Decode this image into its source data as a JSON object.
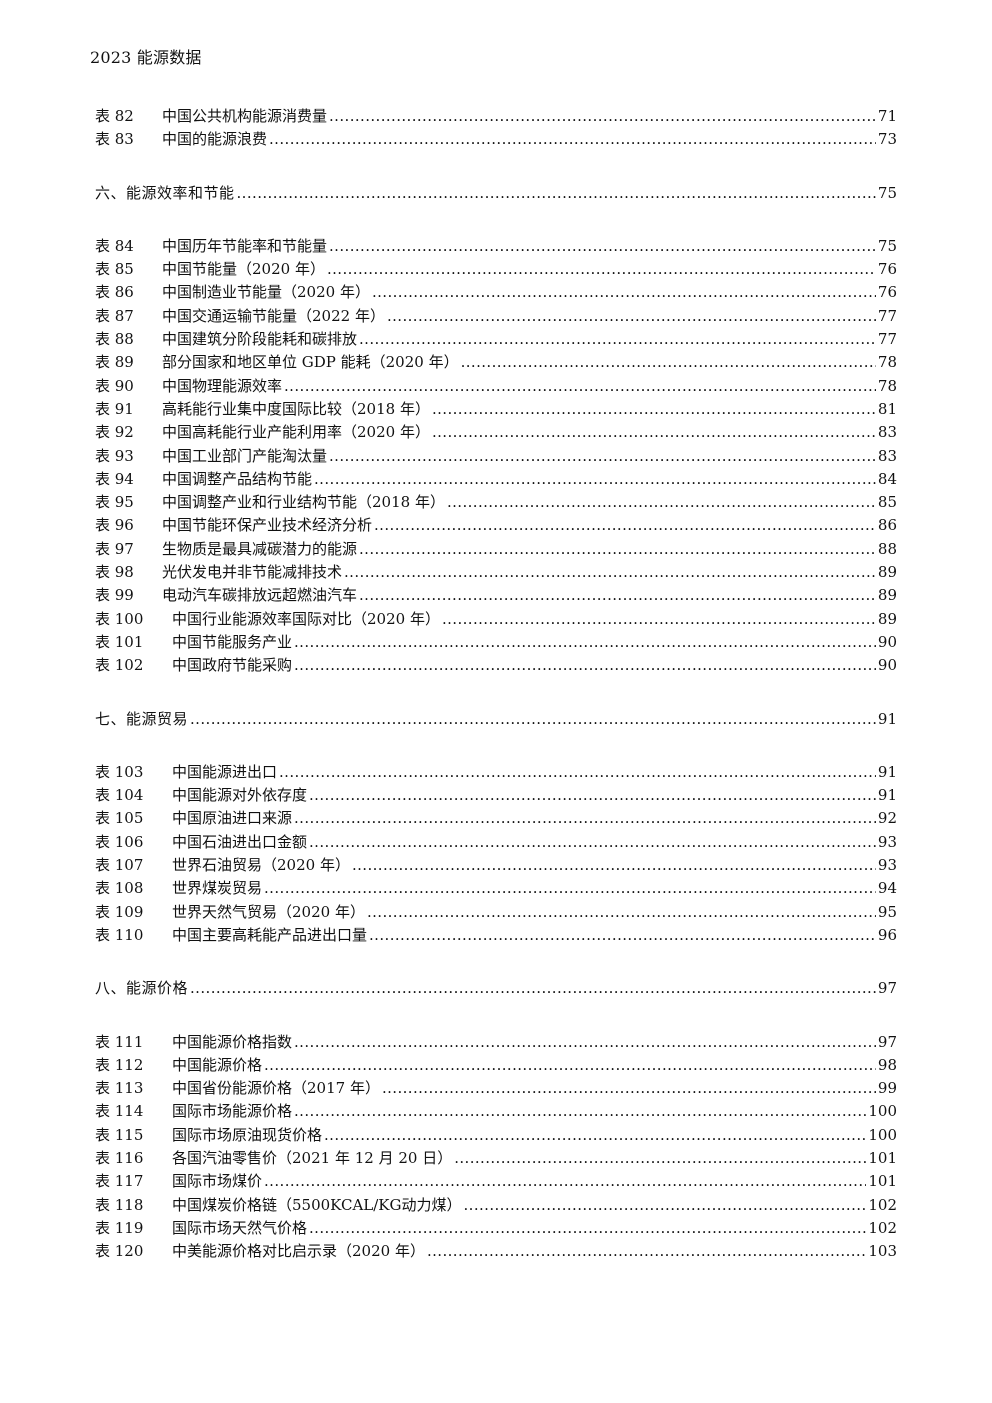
{
  "header": {
    "title": "2023 能源数据"
  },
  "toc": [
    {
      "type": "entry",
      "num": "表 82",
      "title": "中国公共机构能源消费量",
      "page": "71"
    },
    {
      "type": "entry",
      "num": "表 83",
      "title": "中国的能源浪费",
      "page": "73"
    },
    {
      "type": "section",
      "title": "六、能源效率和节能",
      "page": "75"
    },
    {
      "type": "entry",
      "num": "表 84",
      "title": "中国历年节能率和节能量",
      "page": "75"
    },
    {
      "type": "entry",
      "num": "表 85",
      "title": "中国节能量（2020 年）",
      "page": "76"
    },
    {
      "type": "entry",
      "num": "表 86",
      "title": "中国制造业节能量（2020 年）",
      "page": "76"
    },
    {
      "type": "entry",
      "num": "表 87",
      "title": "中国交通运输节能量（2022 年）",
      "page": "77"
    },
    {
      "type": "entry",
      "num": "表 88",
      "title": "中国建筑分阶段能耗和碳排放",
      "page": "77"
    },
    {
      "type": "entry",
      "num": "表 89",
      "title": "部分国家和地区单位 GDP 能耗（2020 年）",
      "page": "78"
    },
    {
      "type": "entry",
      "num": "表 90",
      "title": "中国物理能源效率",
      "page": "78"
    },
    {
      "type": "entry",
      "num": "表 91",
      "title": "高耗能行业集中度国际比较（2018 年）",
      "page": "81"
    },
    {
      "type": "entry",
      "num": "表 92",
      "title": "中国高耗能行业产能利用率（2020 年）",
      "page": "83"
    },
    {
      "type": "entry",
      "num": "表 93",
      "title": "中国工业部门产能淘汰量",
      "page": "83"
    },
    {
      "type": "entry",
      "num": "表 94",
      "title": "中国调整产品结构节能",
      "page": "84"
    },
    {
      "type": "entry",
      "num": "表 95",
      "title": "中国调整产业和行业结构节能（2018 年）",
      "page": "85"
    },
    {
      "type": "entry",
      "num": "表 96",
      "title": "中国节能环保产业技术经济分析",
      "page": "86"
    },
    {
      "type": "entry",
      "num": "表 97",
      "title": "生物质是最具减碳潜力的能源",
      "page": "88"
    },
    {
      "type": "entry",
      "num": "表 98",
      "title": "光伏发电并非节能减排技术",
      "page": "89"
    },
    {
      "type": "entry",
      "num": "表 99",
      "title": "电动汽车碳排放远超燃油汽车",
      "page": "89"
    },
    {
      "type": "entry",
      "num": "表 100",
      "title": "中国行业能源效率国际对比（2020 年）",
      "page": "89"
    },
    {
      "type": "entry",
      "num": "表 101",
      "title": "中国节能服务产业",
      "page": "90"
    },
    {
      "type": "entry",
      "num": "表 102",
      "title": "中国政府节能采购",
      "page": "90"
    },
    {
      "type": "section",
      "title": "七、能源贸易",
      "page": "91"
    },
    {
      "type": "entry",
      "num": "表 103",
      "title": "中国能源进出口",
      "page": "91"
    },
    {
      "type": "entry",
      "num": "表 104",
      "title": "中国能源对外依存度",
      "page": "91"
    },
    {
      "type": "entry",
      "num": "表 105",
      "title": "中国原油进口来源",
      "page": "92"
    },
    {
      "type": "entry",
      "num": "表 106",
      "title": "中国石油进出口金额",
      "page": "93"
    },
    {
      "type": "entry",
      "num": "表 107",
      "title": "世界石油贸易（2020 年）",
      "page": "93"
    },
    {
      "type": "entry",
      "num": "表 108",
      "title": "世界煤炭贸易",
      "page": "94"
    },
    {
      "type": "entry",
      "num": "表 109",
      "title": "世界天然气贸易（2020 年）",
      "page": "95"
    },
    {
      "type": "entry",
      "num": "表 110",
      "title": "中国主要高耗能产品进出口量",
      "page": "96"
    },
    {
      "type": "section",
      "title": "八、能源价格",
      "page": "97"
    },
    {
      "type": "entry",
      "num": "表 111",
      "title": "中国能源价格指数",
      "page": "97"
    },
    {
      "type": "entry",
      "num": "表 112",
      "title": "中国能源价格",
      "page": "98"
    },
    {
      "type": "entry",
      "num": "表 113",
      "title": "中国省份能源价格（2017 年）",
      "page": "99"
    },
    {
      "type": "entry",
      "num": "表 114",
      "title": "国际市场能源价格",
      "page": "100"
    },
    {
      "type": "entry",
      "num": "表 115",
      "title": "国际市场原油现货价格",
      "page": "100"
    },
    {
      "type": "entry",
      "num": "表 116",
      "title": "各国汽油零售价（2021 年 12 月 20 日）",
      "page": "101"
    },
    {
      "type": "entry",
      "num": "表 117",
      "title": "国际市场煤价",
      "page": "101"
    },
    {
      "type": "entry",
      "num": "表 118",
      "title": "中国煤炭价格链（5500KCAL/KG动力煤）",
      "page": "102"
    },
    {
      "type": "entry",
      "num": "表 119",
      "title": "国际市场天然气价格",
      "page": "102"
    },
    {
      "type": "entry",
      "num": "表 120",
      "title": "中美能源价格对比启示录（2020 年）",
      "page": "103"
    }
  ]
}
